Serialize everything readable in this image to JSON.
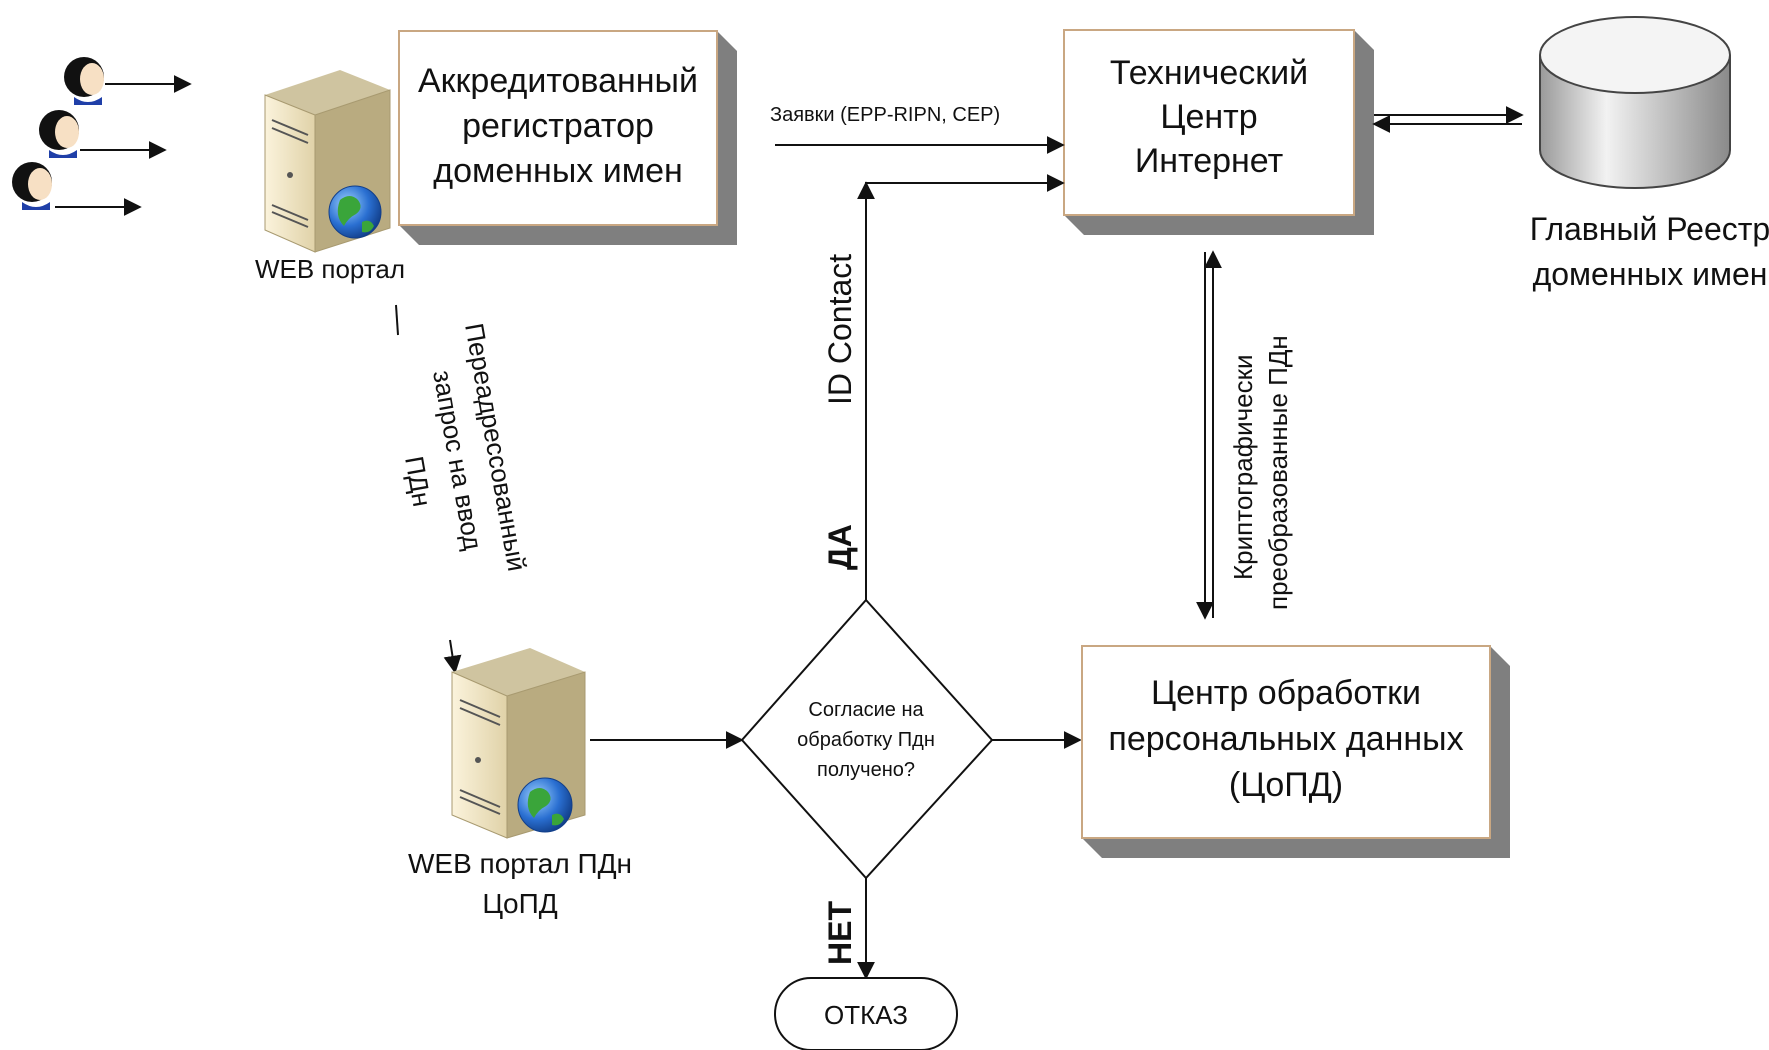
{
  "registrar": {
    "lines": [
      "Аккредитованный",
      "регистратор",
      "доменных имен"
    ]
  },
  "web_portal": {
    "label": "WEB портал"
  },
  "tci": {
    "lines": [
      "Технический",
      "Центр",
      "Интернет"
    ]
  },
  "registry": {
    "lines": [
      "Главный Реестр",
      "доменных имен"
    ]
  },
  "requests_label": "Заявки (EPP-RIPN, СЕР)",
  "redirect_label": {
    "lines": [
      "Переадрессованный",
      "запрос на ввод",
      "ПДн"
    ]
  },
  "id_contact": "ID  Contact",
  "yes": "ДА",
  "no": "НЕТ",
  "crypto_label": {
    "lines": [
      "Криптографически",
      "преобразованные  ПДн"
    ]
  },
  "decision": {
    "lines": [
      "Согласие на",
      "обработку Пдн",
      "получено?"
    ]
  },
  "pd_center": {
    "lines": [
      "Центр обработки",
      "персональных данных",
      "(ЦоПД)"
    ]
  },
  "pd_portal": {
    "lines": [
      "WEB портал ПДн",
      "ЦоПД"
    ]
  },
  "refusal": "ОТКАЗ"
}
